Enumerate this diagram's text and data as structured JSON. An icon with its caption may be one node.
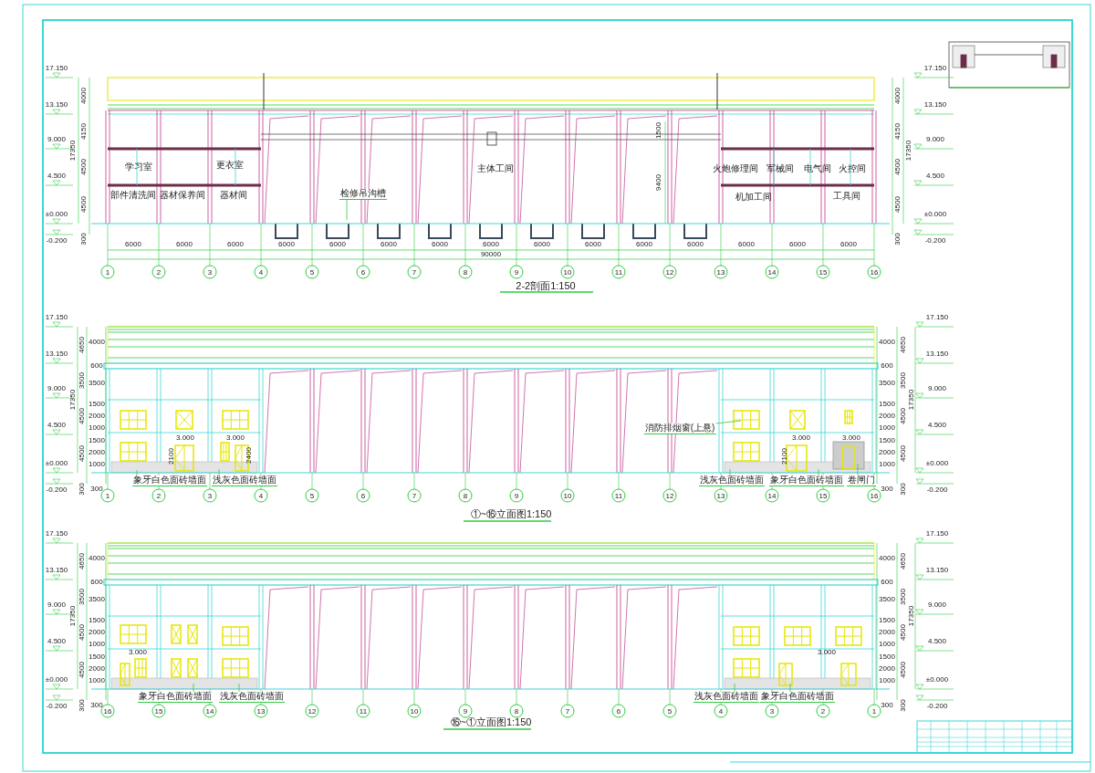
{
  "diagram": {
    "nodes": [
      {
        "text": [
          "检修吊沟槽"
        ]
      },
      {
        "text": [
          "消防排烟窗(上悬)"
        ]
      },
      {
        "text": [
          "象牙白色面砖墙面"
        ]
      },
      {
        "text": [
          "浅灰色面砖墙面"
        ]
      },
      {
        "text": [
          "浅灰色面砖墙面"
        ]
      },
      {
        "text": [
          "象牙白色面砖墙面"
        ]
      },
      {
        "text": [
          "卷闸门"
        ]
      },
      {
        "text": [
          "象牙白色面砖墙面"
        ]
      },
      {
        "text": [
          "浅灰色面砖墙面"
        ]
      },
      {
        "text": [
          "浅灰色面砖墙面"
        ]
      },
      {
        "text": [
          "象牙白色面砖墙面"
        ]
      }
    ],
    "edges": [
      {
        "from": 0,
        "to": null,
        "arrow": "none"
      },
      {
        "from": 1,
        "to": null,
        "arrow": "none"
      },
      {
        "from": 2,
        "to": null,
        "arrow": "none"
      },
      {
        "from": 3,
        "to": null,
        "arrow": "none"
      },
      {
        "from": 4,
        "to": null,
        "arrow": "none"
      },
      {
        "from": 5,
        "to": null,
        "arrow": "none"
      },
      {
        "from": 6,
        "to": null,
        "arrow": "none"
      },
      {
        "from": 7,
        "to": null,
        "arrow": "none"
      },
      {
        "from": 8,
        "to": null,
        "arrow": "none"
      },
      {
        "from": 9,
        "to": null,
        "arrow": "none"
      },
      {
        "from": 10,
        "to": null,
        "arrow": "none"
      }
    ],
    "labels": [
      "17.150",
      "13.150",
      "9.000",
      "4.500",
      "±0.000",
      "-0.200",
      "4000",
      "4150",
      "4500",
      "4500",
      "300",
      "17350",
      "学习室",
      "更衣室",
      "主体工间",
      "火炮修理间",
      "军械间",
      "电气间",
      "火控间",
      "部件清洗间",
      "器材保养间",
      "器材间",
      "机加工间",
      "工具间",
      "1500",
      "9400",
      "4000",
      "4150",
      "4500",
      "4500",
      "300",
      "17350",
      "17.150",
      "13.150",
      "9.000",
      "4.500",
      "±0.000",
      "-0.200",
      "6000",
      "6000",
      "6000",
      "6000",
      "6000",
      "6000",
      "6000",
      "6000",
      "6000",
      "6000",
      "6000",
      "6000",
      "6000",
      "6000",
      "6000",
      "90000",
      "1",
      "2",
      "3",
      "4",
      "5",
      "6",
      "7",
      "8",
      "9",
      "10",
      "11",
      "12",
      "13",
      "14",
      "15",
      "16",
      "2-2剖面1:150",
      "17.150",
      "13.150",
      "9.000",
      "4.500",
      "±0.000",
      "-0.200",
      "4000",
      "600",
      "3500",
      "1500",
      "2000",
      "1000",
      "1500",
      "2000",
      "1000",
      "4650",
      "3500",
      "4500",
      "4500",
      "17350",
      "300",
      "300",
      "3.000",
      "3.000",
      "3.000",
      "3.000",
      "2100",
      "2400",
      "2100",
      "4000",
      "600",
      "3500",
      "1500",
      "2000",
      "1000",
      "1500",
      "2000",
      "1000",
      "4650",
      "3500",
      "4500",
      "4500",
      "17350",
      "300",
      "300",
      "17.150",
      "13.150",
      "9.000",
      "4.500",
      "±0.000",
      "-0.200",
      "1",
      "2",
      "3",
      "4",
      "5",
      "6",
      "7",
      "8",
      "9",
      "10",
      "11",
      "12",
      "13",
      "14",
      "15",
      "16",
      "①~⑯立面图1:150",
      "17.150",
      "13.150",
      "9.000",
      "4.500",
      "±0.000",
      "-0.200",
      "4000",
      "600",
      "3500",
      "1500",
      "2000",
      "1000",
      "1500",
      "2000",
      "1000",
      "4650",
      "3500",
      "4500",
      "4500",
      "17350",
      "300",
      "300",
      "3.000",
      "3.000",
      "4000",
      "600",
      "3500",
      "1500",
      "2000",
      "1000",
      "1500",
      "2000",
      "1000",
      "4650",
      "3500",
      "4500",
      "4500",
      "17350",
      "300",
      "300",
      "17.150",
      "13.150",
      "9.000",
      "4.500",
      "±0.000",
      "-0.200",
      "16",
      "15",
      "14",
      "13",
      "12",
      "11",
      "10",
      "9",
      "8",
      "7",
      "6",
      "5",
      "4",
      "3",
      "2",
      "1",
      "⑯~①立面图1:150"
    ]
  }
}
